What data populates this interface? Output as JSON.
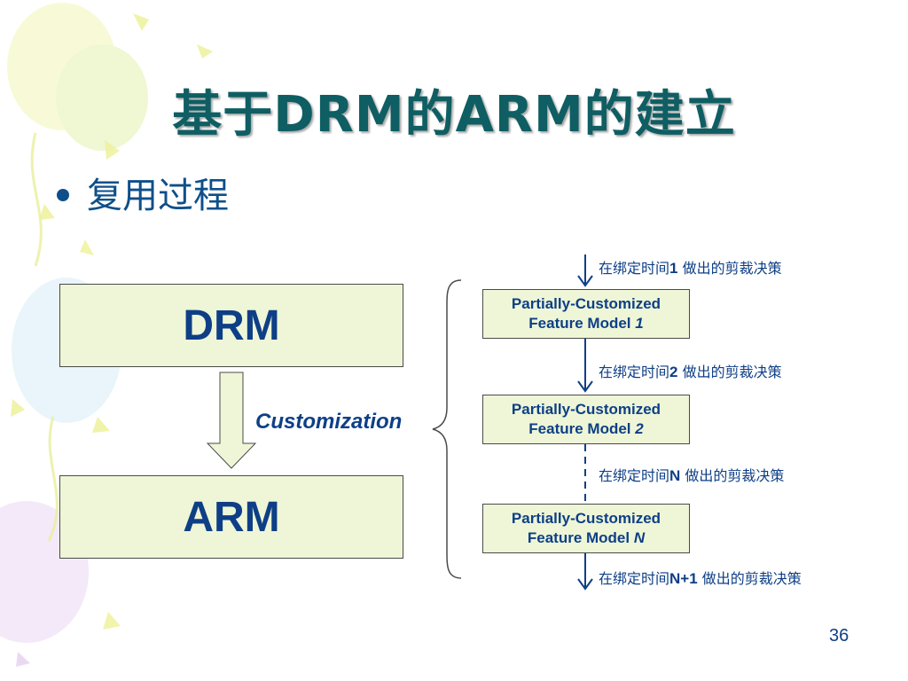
{
  "slide": {
    "title": "基于DRM的ARM的建立",
    "bullet": "复用过程",
    "page_number": "36"
  },
  "diagram": {
    "drm_label": "DRM",
    "arm_label": "ARM",
    "customization_label": "Customization",
    "feature_models": [
      {
        "line1": "Partially-Customized",
        "line2": "Feature Model ",
        "index": "1"
      },
      {
        "line1": "Partially-Customized",
        "line2": "Feature Model ",
        "index": "2"
      },
      {
        "line1": "Partially-Customized",
        "line2": "Feature Model ",
        "index": "N"
      }
    ],
    "decisions": [
      {
        "prefix": "在绑定时间",
        "time": "1",
        "suffix": " 做出的剪裁决策"
      },
      {
        "prefix": "在绑定时间",
        "time": "2",
        "suffix": " 做出的剪裁决策"
      },
      {
        "prefix": "在绑定时间",
        "time": "N",
        "suffix": " 做出的剪裁决策"
      },
      {
        "prefix": "在绑定时间",
        "time": "N+1",
        "suffix": " 做出的剪裁决策"
      }
    ]
  },
  "colors": {
    "title": "#0e5e63",
    "text": "#0e3f86",
    "box_fill": "#eef6d7",
    "arrow_fill": "#eef6d7"
  }
}
